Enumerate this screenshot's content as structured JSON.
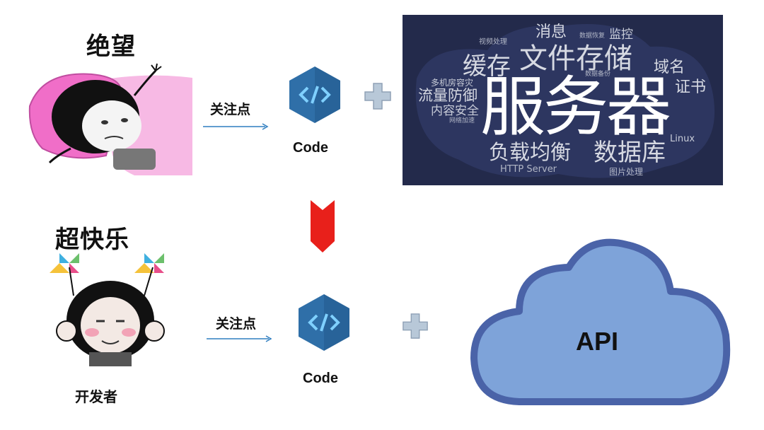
{
  "top_row": {
    "meme_title": "绝望",
    "focus_label": "关注点",
    "code_label": "Code"
  },
  "wordcloud": {
    "background": "#232a4b",
    "words": {
      "main": "服务器",
      "file_storage": "文件存储",
      "cache": "缓存",
      "message": "消息",
      "monitor": "监控",
      "data_recovery": "数据恢复",
      "video_processing": "视频处理",
      "domain": "域名",
      "certificate": "证书",
      "data_backup": "数据备份",
      "multi_dc_dr": "多机房容灾",
      "traffic_defense": "流量防御",
      "content_security": "内容安全",
      "network_accel": "网络加速",
      "linux": "Linux",
      "load_balance": "负载均衡",
      "database": "数据库",
      "http_server": "HTTP Server",
      "image_processing": "图片处理"
    }
  },
  "bottom_row": {
    "meme_title": "超快乐",
    "developer_label": "开发者",
    "focus_label": "关注点",
    "code_label": "Code",
    "api_label": "API"
  },
  "colors": {
    "hex_icon": "#2f6fa8",
    "down_arrow": "#e8201b",
    "plus": "#b8c8d8",
    "cloud_fill": "#7ea3d9",
    "cloud_stroke": "#4a63a8"
  },
  "icons": [
    "code-hexagon-icon",
    "plus-icon",
    "down-chevron-arrow-icon",
    "cloud-icon",
    "arrow-right-icon"
  ]
}
